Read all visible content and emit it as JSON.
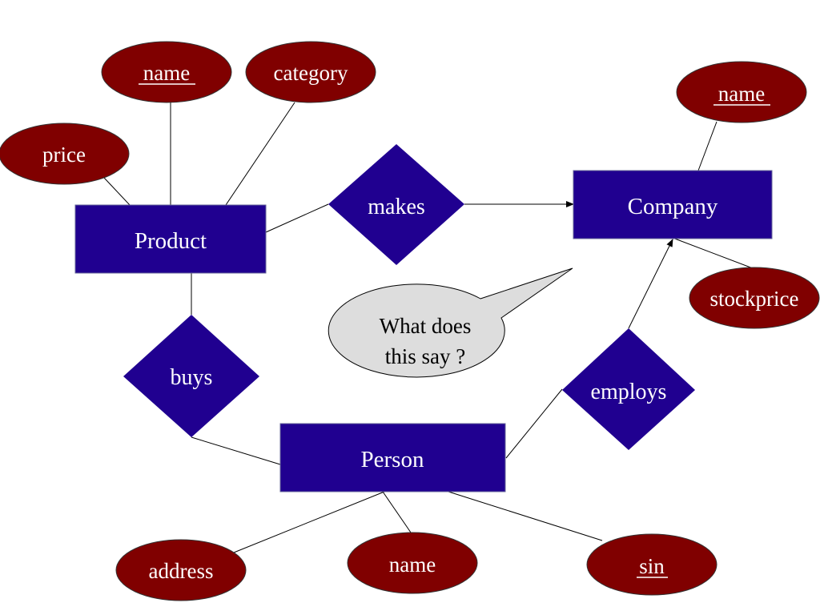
{
  "colors": {
    "entity_fill": "#200090",
    "relationship_fill": "#200090",
    "attribute_fill": "#800000",
    "callout_fill": "#DDDDDD",
    "line": "#000000",
    "label": "#FFFFFF"
  },
  "entities": {
    "product": "Product",
    "company": "Company",
    "person": "Person"
  },
  "relationships": {
    "makes": "makes",
    "buys": "buys",
    "employs": "employs"
  },
  "attributes": {
    "product_name": "name",
    "product_category": "category",
    "product_price": "price",
    "company_name": "name",
    "company_stockprice": "stockprice",
    "person_address": "address",
    "person_name": "name",
    "person_sin": "sin"
  },
  "callout": {
    "line1": "What does",
    "line2": "this say ?"
  }
}
